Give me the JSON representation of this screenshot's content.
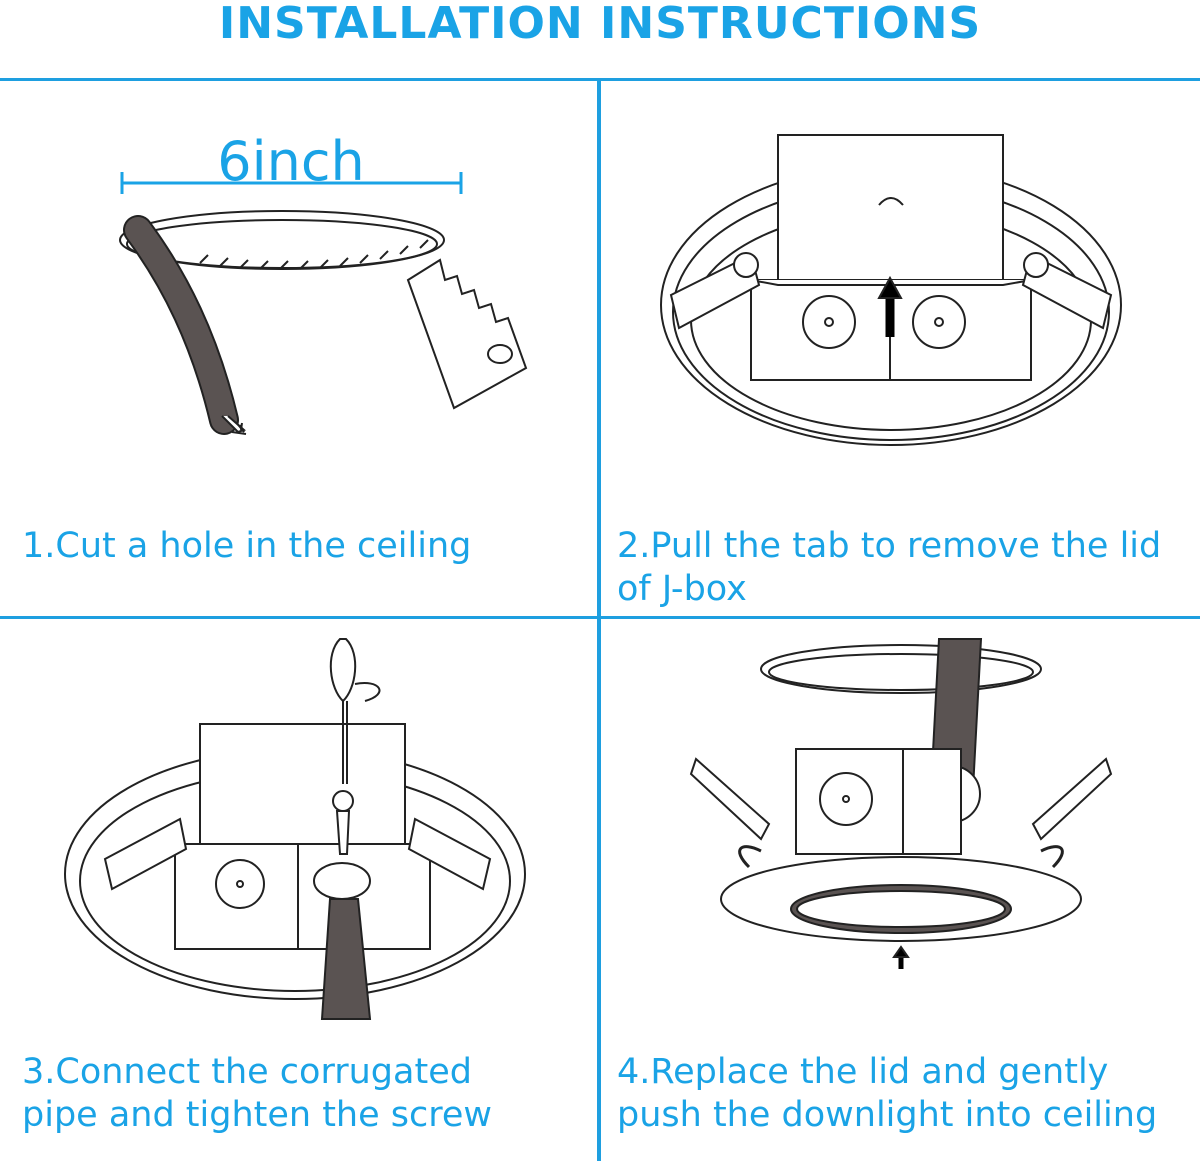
{
  "title": "INSTALLATION INSTRUCTIONS",
  "steps": [
    {
      "lines": [
        "1.Cut a hole in the ceiling"
      ]
    },
    {
      "lines": [
        "2.Pull the tab to remove the lid",
        "of J-box"
      ]
    },
    {
      "lines": [
        "3.Connect the corrugated",
        "pipe and tighten the screw"
      ]
    },
    {
      "lines": [
        "4.Replace the lid and gently",
        "push the downlight into ceiling"
      ]
    }
  ],
  "step1_dimension": "6inch",
  "colors": {
    "accent": "#1aa3e6",
    "line": "#222222",
    "pipe": "#5a5352"
  }
}
